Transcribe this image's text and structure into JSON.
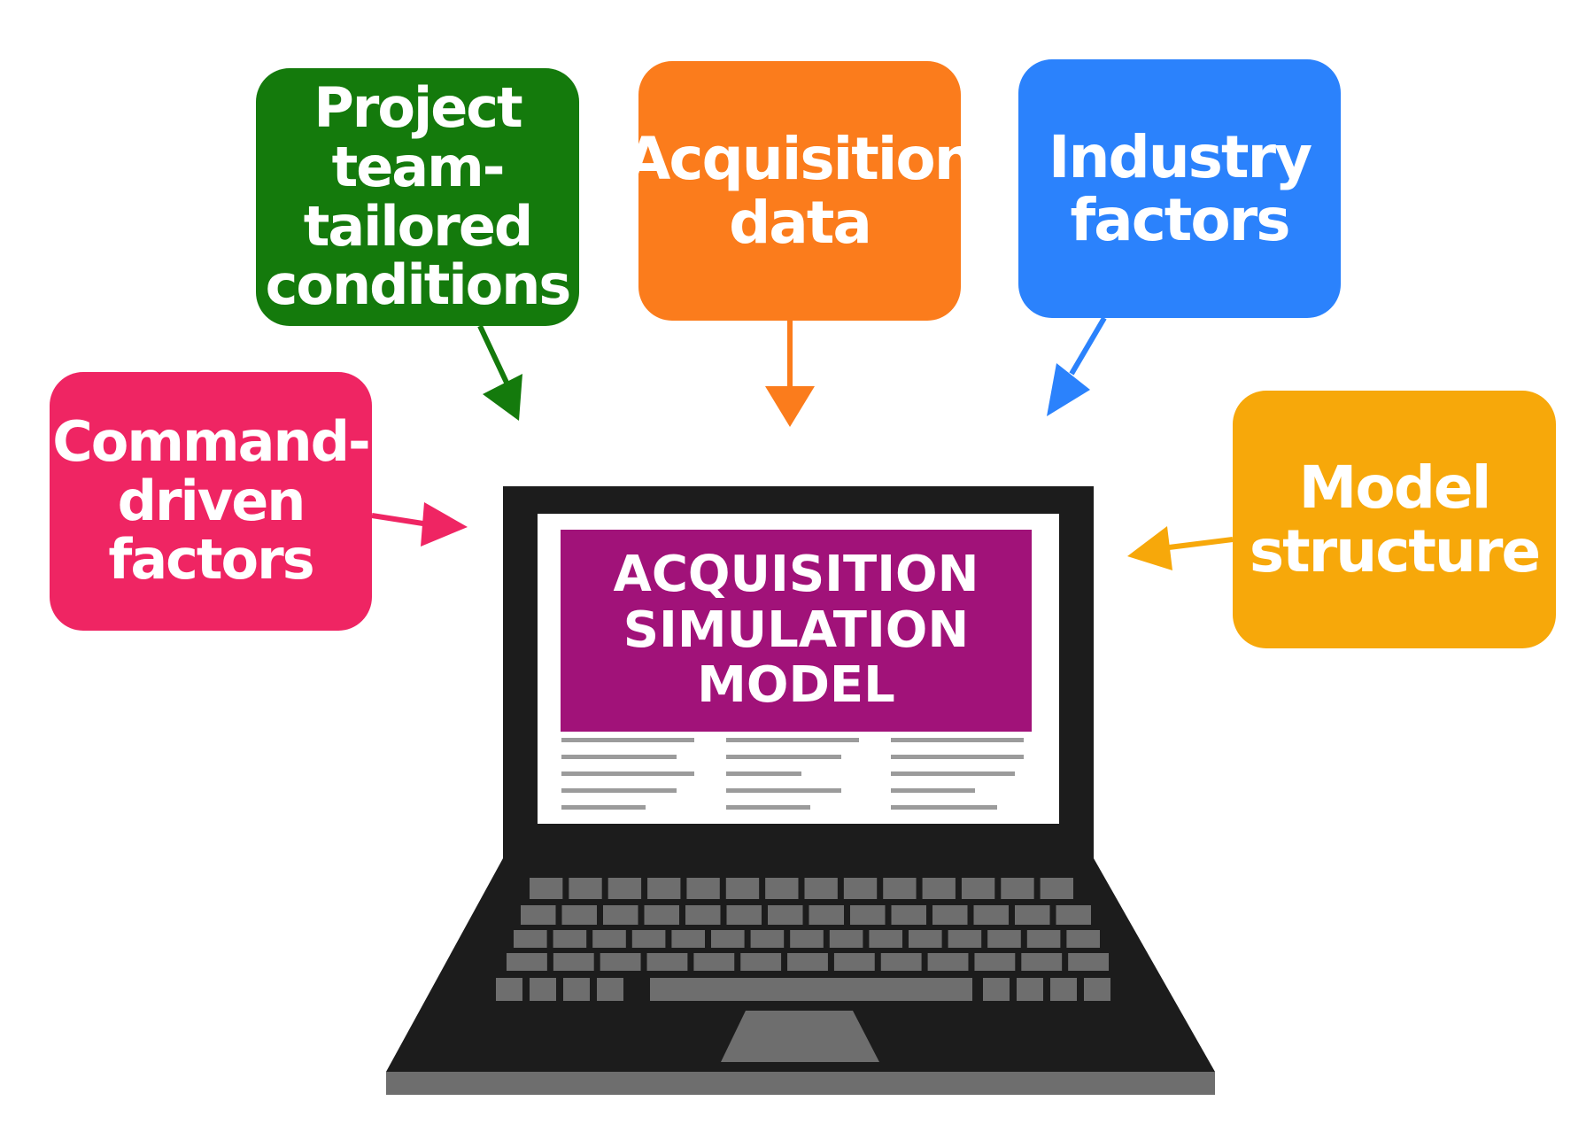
{
  "inputs": {
    "project": {
      "label": "Project\nteam-\ntailored\nconditions",
      "color": "#147a0c"
    },
    "acquisition_data": {
      "label": "Acquisition\ndata",
      "color": "#fb7c1c"
    },
    "industry": {
      "label": "Industry\nfactors",
      "color": "#2b82fc"
    },
    "command": {
      "label": "Command-\ndriven\nfactors",
      "color": "#ef2563"
    },
    "model_structure": {
      "label": "Model\nstructure",
      "color": "#f7a80a"
    }
  },
  "laptop": {
    "screen_title": "ACQUISITION\nSIMULATION\nMODEL",
    "title_color": "#a11279",
    "body_color": "#1c1c1c",
    "key_color": "#6e6e6e"
  }
}
